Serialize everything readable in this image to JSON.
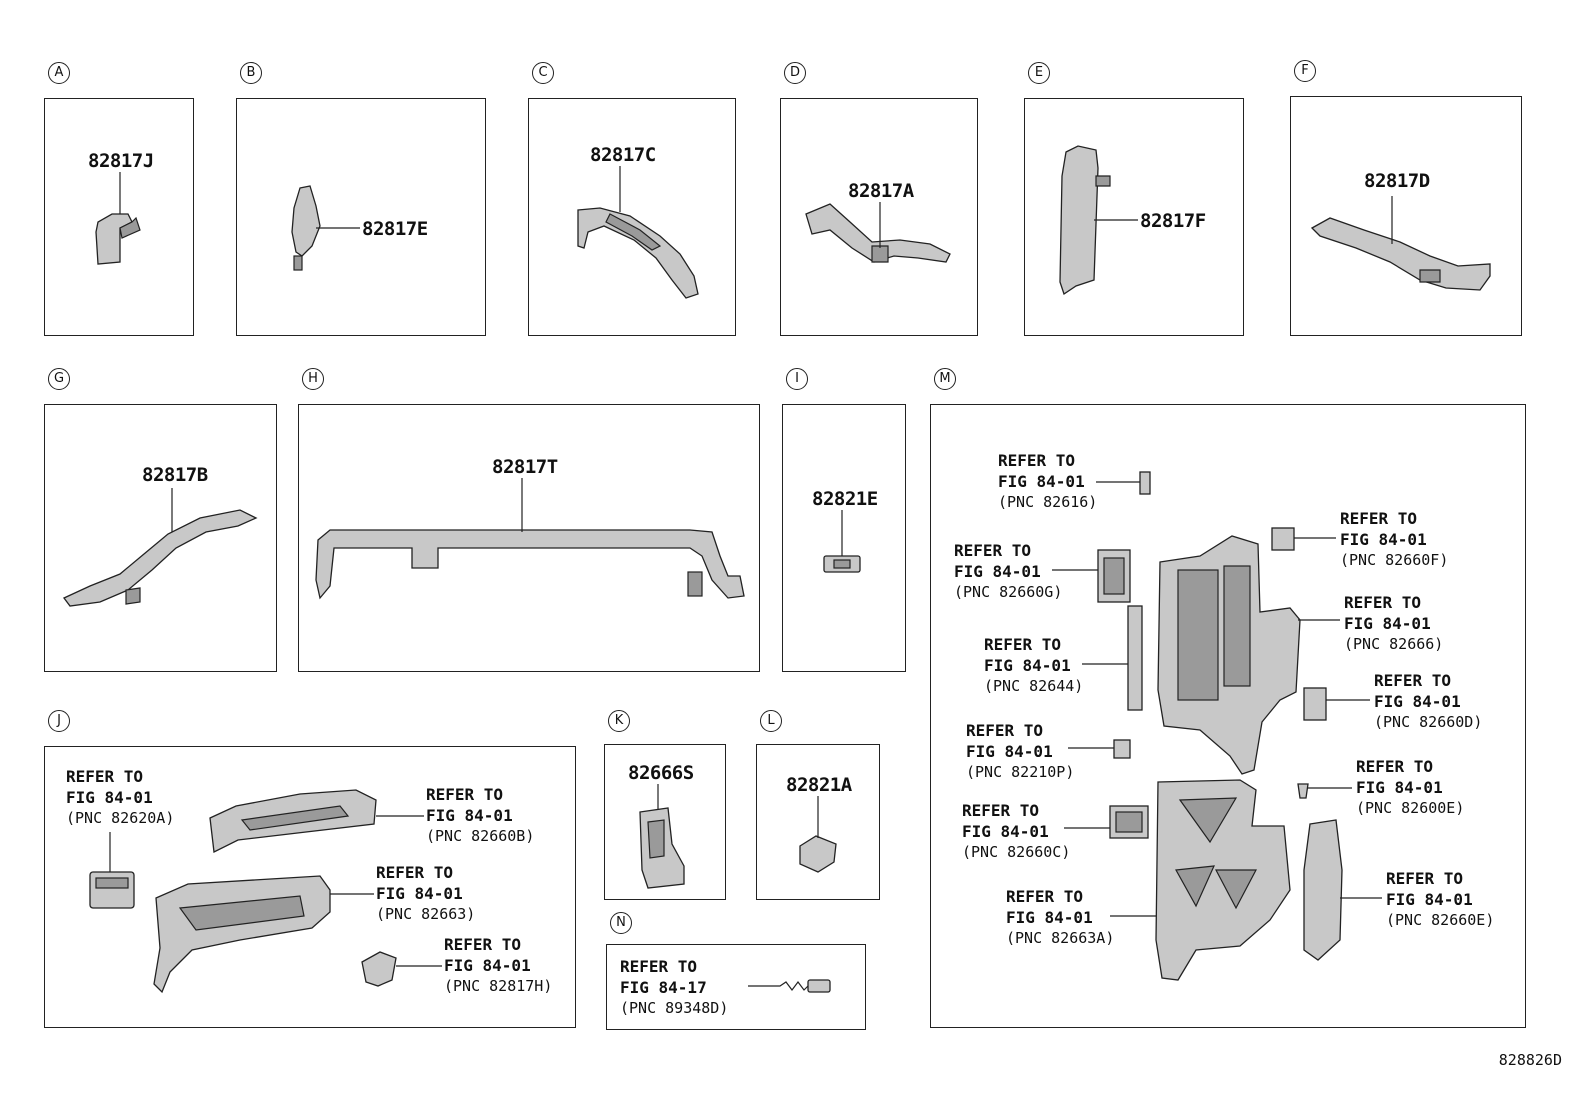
{
  "panels": {
    "A": {
      "tag": "A",
      "part": "82817J"
    },
    "B": {
      "tag": "B",
      "part": "82817E"
    },
    "C": {
      "tag": "C",
      "part": "82817C"
    },
    "D": {
      "tag": "D",
      "part": "82817A"
    },
    "E": {
      "tag": "E",
      "part": "82817F"
    },
    "F": {
      "tag": "F",
      "part": "82817D"
    },
    "G": {
      "tag": "G",
      "part": "82817B"
    },
    "H": {
      "tag": "H",
      "part": "82817T"
    },
    "I": {
      "tag": "I",
      "part": "82821E"
    },
    "J": {
      "tag": "J",
      "refs": [
        {
          "l1": "REFER TO",
          "l2": "FIG 84-01",
          "l3": "(PNC 82620A)"
        },
        {
          "l1": "REFER TO",
          "l2": "FIG 84-01",
          "l3": "(PNC 82660B)"
        },
        {
          "l1": "REFER TO",
          "l2": "FIG 84-01",
          "l3": "(PNC 82663)"
        },
        {
          "l1": "REFER TO",
          "l2": "FIG 84-01",
          "l3": "(PNC 82817H)"
        }
      ]
    },
    "K": {
      "tag": "K",
      "part": "82666S"
    },
    "L": {
      "tag": "L",
      "part": "82821A"
    },
    "N": {
      "tag": "N",
      "ref": {
        "l1": "REFER TO",
        "l2": "FIG 84-17",
        "l3": "(PNC 89348D)"
      }
    },
    "M": {
      "tag": "M",
      "refs": [
        {
          "l1": "REFER TO",
          "l2": "FIG 84-01",
          "l3": "(PNC 82616)"
        },
        {
          "l1": "REFER TO",
          "l2": "FIG 84-01",
          "l3": "(PNC 82660F)"
        },
        {
          "l1": "REFER TO",
          "l2": "FIG 84-01",
          "l3": "(PNC 82660G)"
        },
        {
          "l1": "REFER TO",
          "l2": "FIG 84-01",
          "l3": "(PNC 82666)"
        },
        {
          "l1": "REFER TO",
          "l2": "FIG 84-01",
          "l3": "(PNC 82644)"
        },
        {
          "l1": "REFER TO",
          "l2": "FIG 84-01",
          "l3": "(PNC 82660D)"
        },
        {
          "l1": "REFER TO",
          "l2": "FIG 84-01",
          "l3": "(PNC 82210P)"
        },
        {
          "l1": "REFER TO",
          "l2": "FIG 84-01",
          "l3": "(PNC 82600E)"
        },
        {
          "l1": "REFER TO",
          "l2": "FIG 84-01",
          "l3": "(PNC 82660C)"
        },
        {
          "l1": "REFER TO",
          "l2": "FIG 84-01",
          "l3": "(PNC 82660E)"
        },
        {
          "l1": "REFER TO",
          "l2": "FIG 84-01",
          "l3": "(PNC 82663A)"
        }
      ]
    }
  },
  "figure_code": "828826D"
}
